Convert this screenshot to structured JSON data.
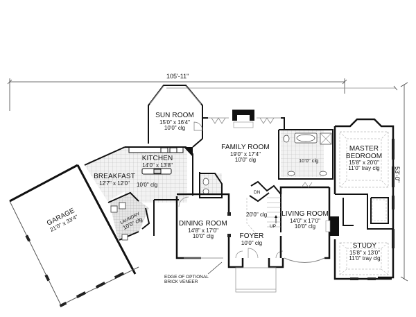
{
  "dimensions": {
    "overall_width": "105'-11\"",
    "overall_depth": "53'-0\""
  },
  "rooms": {
    "sun_room": {
      "name": "SUN ROOM",
      "size": "15'0\" x 16'4\"",
      "ceiling": "10'0\" clg"
    },
    "family_room": {
      "name": "FAMILY ROOM",
      "size": "19'0\" x 17'4\"",
      "ceiling": "10'0\" clg"
    },
    "kitchen": {
      "name": "KITCHEN",
      "size": "14'0\" x 13'8\""
    },
    "breakfast": {
      "name": "BREAKFAST",
      "size": "12'7\" x 12'0\"",
      "ceiling": "10'0\" clg"
    },
    "garage": {
      "name": "GARAGE",
      "size": "21'0\" x 33'4\""
    },
    "laundry": {
      "name": "LAUNDRY",
      "ceiling": "10'0\" clg"
    },
    "dining_room": {
      "name": "DINING ROOM",
      "size": "14'8\" x 17'0\"",
      "ceiling": "10'0\" clg"
    },
    "foyer": {
      "name": "FOYER",
      "ceiling": "10'0\" clg",
      "stair_ceiling": "20'0\" clg"
    },
    "living_room": {
      "name": "LIVING ROOM",
      "size": "14'0\" x 17'0\"",
      "ceiling": "10'0\" clg"
    },
    "master_bedroom": {
      "name_line1": "MASTER",
      "name_line2": "BEDROOM",
      "size": "15'8\" x 20'0\"",
      "ceiling": "11'0\" tray clg"
    },
    "master_bath": {
      "ceiling": "10'0\" clg"
    },
    "study": {
      "name": "STUDY",
      "size": "15'8\" x 13'0\"",
      "ceiling": "11'0\" tray clg"
    }
  },
  "stairs": {
    "down": "DN",
    "up": "UP"
  },
  "notes": {
    "brick_veneer_line1": "EDGE OF OPTIONAL",
    "brick_veneer_line2": "BRICK VENEER"
  }
}
